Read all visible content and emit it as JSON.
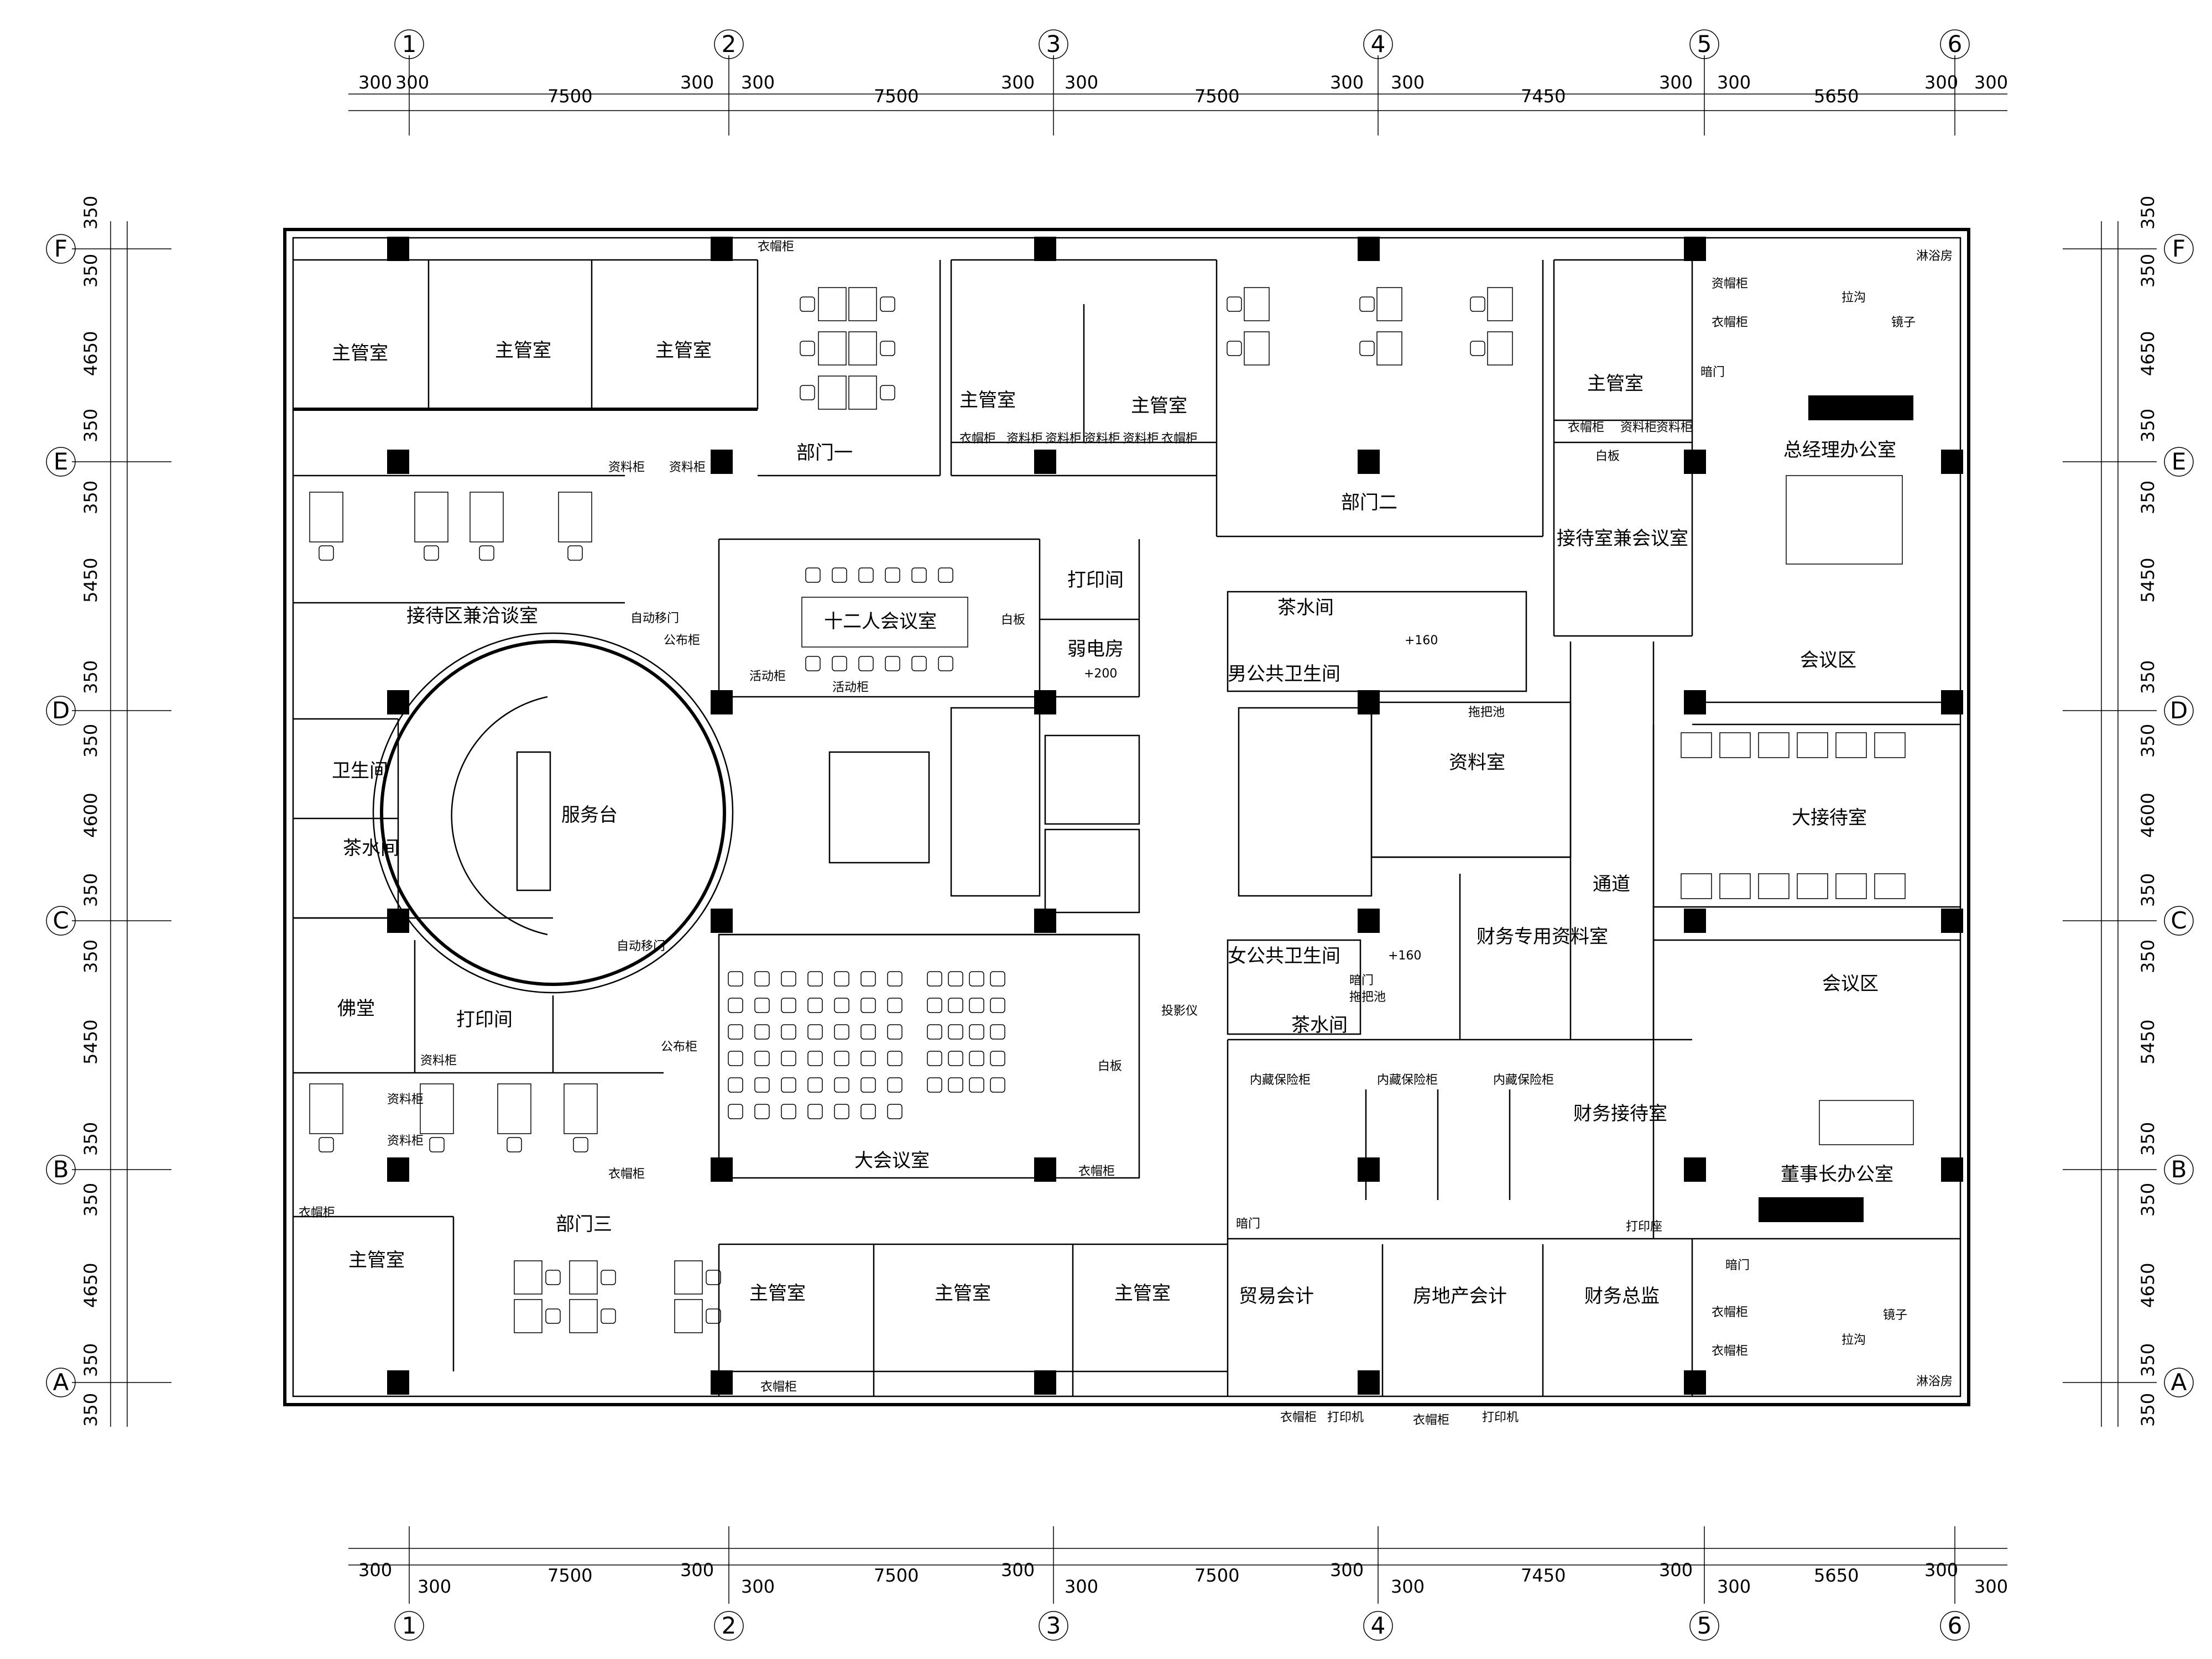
{
  "axes_h": [
    "1",
    "2",
    "3",
    "4",
    "5",
    "6"
  ],
  "axes_v": [
    "F",
    "E",
    "D",
    "C",
    "B",
    "A"
  ],
  "dims_h": [
    "300",
    "300",
    "7500",
    "300",
    "300",
    "7500",
    "300",
    "300",
    "7500",
    "300",
    "300",
    "7450",
    "300",
    "300",
    "5650",
    "300",
    "300"
  ],
  "dims_v": [
    "350",
    "350",
    "4650",
    "350",
    "350",
    "5450",
    "350",
    "350",
    "4600",
    "350",
    "350",
    "5450",
    "350",
    "350",
    "4650",
    "350",
    "350"
  ],
  "rooms": {
    "zhuguan_1": "主管室",
    "zhuguan_2": "主管室",
    "zhuguan_3": "主管室",
    "zhuguan_4": "主管室",
    "zhuguan_5": "主管室",
    "zhuguan_6": "主管室",
    "zhuguan_7": "主管室",
    "zhuguan_8": "主管室",
    "zhuguan_9": "主管室",
    "zhuguan_10": "主管室",
    "bumen1": "部门一",
    "bumen2": "部门二",
    "bumen3": "部门三",
    "jiedai_qiatan": "接待区兼洽谈室",
    "shier_huiyi": "十二人会议室",
    "dayin_1": "打印间",
    "dayin_2": "打印间",
    "ruodian": "弱电房",
    "chashui_1": "茶水间",
    "chashui_2": "茶水间",
    "chashui_3": "茶水间",
    "nan_wc": "男公共卫生间",
    "nv_wc": "女公共卫生间",
    "weisheng": "卫生间",
    "fuwutai": "服务台",
    "fotang": "佛堂",
    "ziliao": "资料室",
    "caiwu_ziliao": "财务专用资料室",
    "tongdao": "通道",
    "jiedai_huiyi": "接待室兼会议室",
    "zongjingli": "总经理办公室",
    "huiyiqu_1": "会议区",
    "huiyiqu_2": "会议区",
    "da_jiedai": "大接待室",
    "dongshizhang": "董事长办公室",
    "da_huiyi": "大会议室",
    "caiwu_jiedai": "财务接待室",
    "maoyi": "贸易会计",
    "fangdichan": "房地产会计",
    "caiwu_zongjian": "财务总监"
  },
  "labels": {
    "yimaogui": "衣帽柜",
    "ziliaogui": "资料柜",
    "zimaogui": "资帽柜",
    "gongbugui": "公布柜",
    "huodonggui": "活动柜",
    "baiban": "白板",
    "zidong_ymen": "自动移门",
    "touying": "投影仪",
    "neicang": "内藏保险柜",
    "dayinji": "打印机",
    "dayinzuo": "打印座",
    "anmen": "暗门",
    "jingzi": "镜子",
    "lavi": "拉沟",
    "linyufang": "淋浴房",
    "tuobachi": "拖把池",
    "lv200": "+200",
    "lv160": "+160"
  }
}
